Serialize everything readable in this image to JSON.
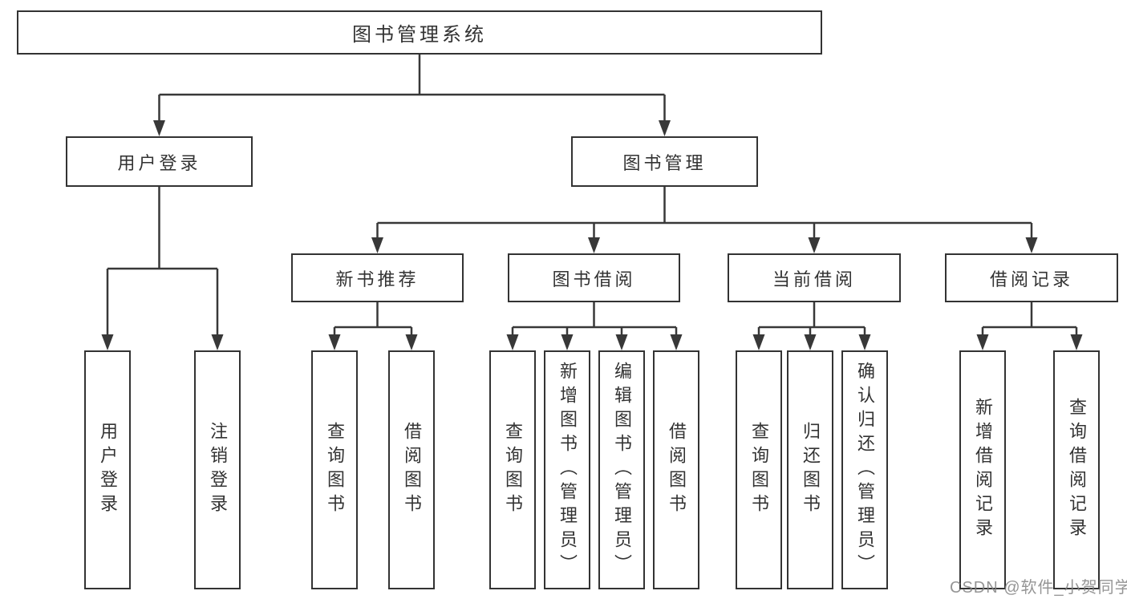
{
  "watermark": "CSDN @软件_小贺同学",
  "colors": {
    "line": "#383838",
    "box_border": "#333333",
    "box_fill": "#ffffff",
    "text": "#333333",
    "watermark": "#828282",
    "background": "#ffffff"
  },
  "tree": {
    "label": "图书管理系统",
    "children": [
      {
        "label": "用户登录",
        "children": [
          {
            "label": "用户登录"
          },
          {
            "label": "注销登录"
          }
        ]
      },
      {
        "label": "图书管理",
        "children": [
          {
            "label": "新书推荐",
            "children": [
              {
                "label": "查询图书"
              },
              {
                "label": "借阅图书"
              }
            ]
          },
          {
            "label": "图书借阅",
            "children": [
              {
                "label": "查询图书"
              },
              {
                "label": "新增图书（管理员）"
              },
              {
                "label": "编辑图书（管理员）"
              },
              {
                "label": "借阅图书"
              }
            ]
          },
          {
            "label": "当前借阅",
            "children": [
              {
                "label": "查询图书"
              },
              {
                "label": "归还图书"
              },
              {
                "label": "确认归还（管理员）"
              }
            ]
          },
          {
            "label": "借阅记录",
            "children": [
              {
                "label": "新增借阅记录"
              },
              {
                "label": "查询借阅记录"
              }
            ]
          }
        ]
      }
    ]
  }
}
